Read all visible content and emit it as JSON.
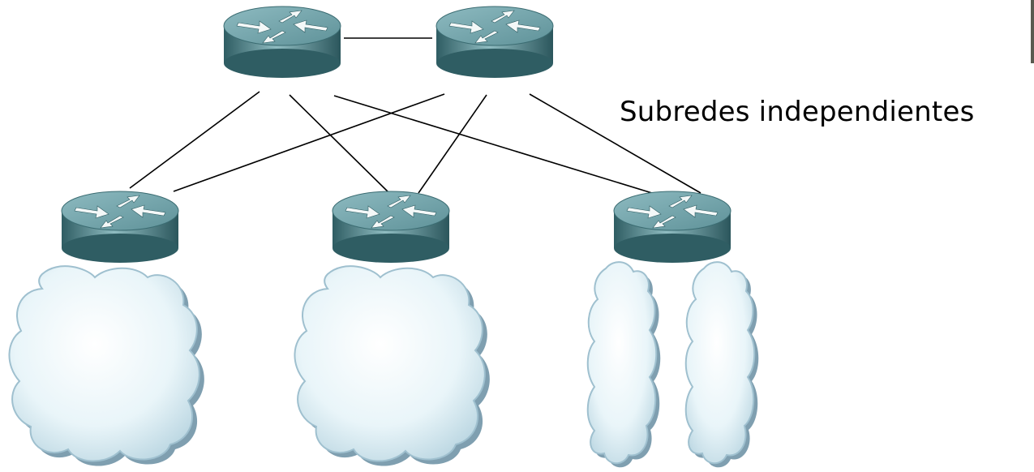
{
  "caption": "Subredes independientes",
  "colors": {
    "router_top": "#79aab1",
    "router_body": "#3f7278",
    "cloud_fill": "#dff0f6",
    "cloud_shade": "#7aa2b8",
    "link": "#000000"
  },
  "nodes": {
    "routers": [
      {
        "id": "core-router-left",
        "icon": "router-icon"
      },
      {
        "id": "core-router-right",
        "icon": "router-icon"
      },
      {
        "id": "edge-router-1",
        "icon": "router-icon"
      },
      {
        "id": "edge-router-2",
        "icon": "router-icon"
      },
      {
        "id": "edge-router-3",
        "icon": "router-icon"
      }
    ],
    "clouds": [
      {
        "id": "subnet-cloud-1",
        "icon": "network-cloud-icon"
      },
      {
        "id": "subnet-cloud-2",
        "icon": "network-cloud-icon"
      },
      {
        "id": "subnet-cloud-3a",
        "icon": "network-cloud-icon"
      },
      {
        "id": "subnet-cloud-3b",
        "icon": "network-cloud-icon"
      }
    ]
  },
  "links": [
    {
      "from": "core-router-left",
      "to": "core-router-right"
    },
    {
      "from": "core-router-left",
      "to": "edge-router-1"
    },
    {
      "from": "core-router-left",
      "to": "edge-router-2"
    },
    {
      "from": "core-router-left",
      "to": "edge-router-3"
    },
    {
      "from": "core-router-right",
      "to": "edge-router-1"
    },
    {
      "from": "core-router-right",
      "to": "edge-router-2"
    },
    {
      "from": "core-router-right",
      "to": "edge-router-3"
    }
  ]
}
